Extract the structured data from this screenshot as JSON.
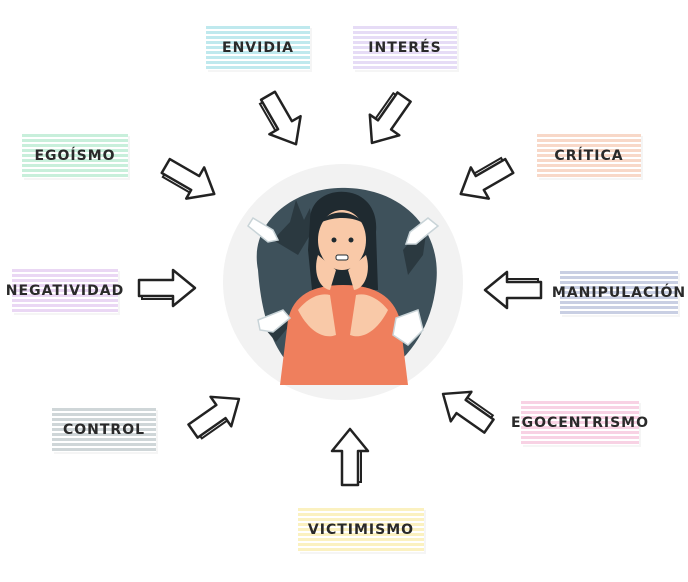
{
  "labels": {
    "envidia": "ENVIDIA",
    "interes": "INTERÉS",
    "egoismo": "EGOÍSMO",
    "critica": "CRÍTICA",
    "negatividad": "NEGATIVIDAD",
    "manipulacion": "MANIPULACIÓN",
    "control": "CONTROL",
    "egocentrismo": "EGOCENTRISMO",
    "victimismo": "VICTIMISMO"
  },
  "colors": {
    "envidia": "#bfe9ee",
    "interes": "#e6dcf6",
    "egoismo": "#c8efdb",
    "critica": "#f8d8c8",
    "negatividad": "#ead7f4",
    "manipulacion": "#c9cfe3",
    "control": "#cfd6d8",
    "egocentrismo": "#f8d2e4",
    "victimismo": "#fbf1c0",
    "skin": "#f9c9a8",
    "shirt": "#ef7f5d",
    "hair": "#1f2a30",
    "backdrop": "#3e515b"
  },
  "icons": [
    "arrow-icon",
    "woman-scared-illustration",
    "hand-icon"
  ]
}
